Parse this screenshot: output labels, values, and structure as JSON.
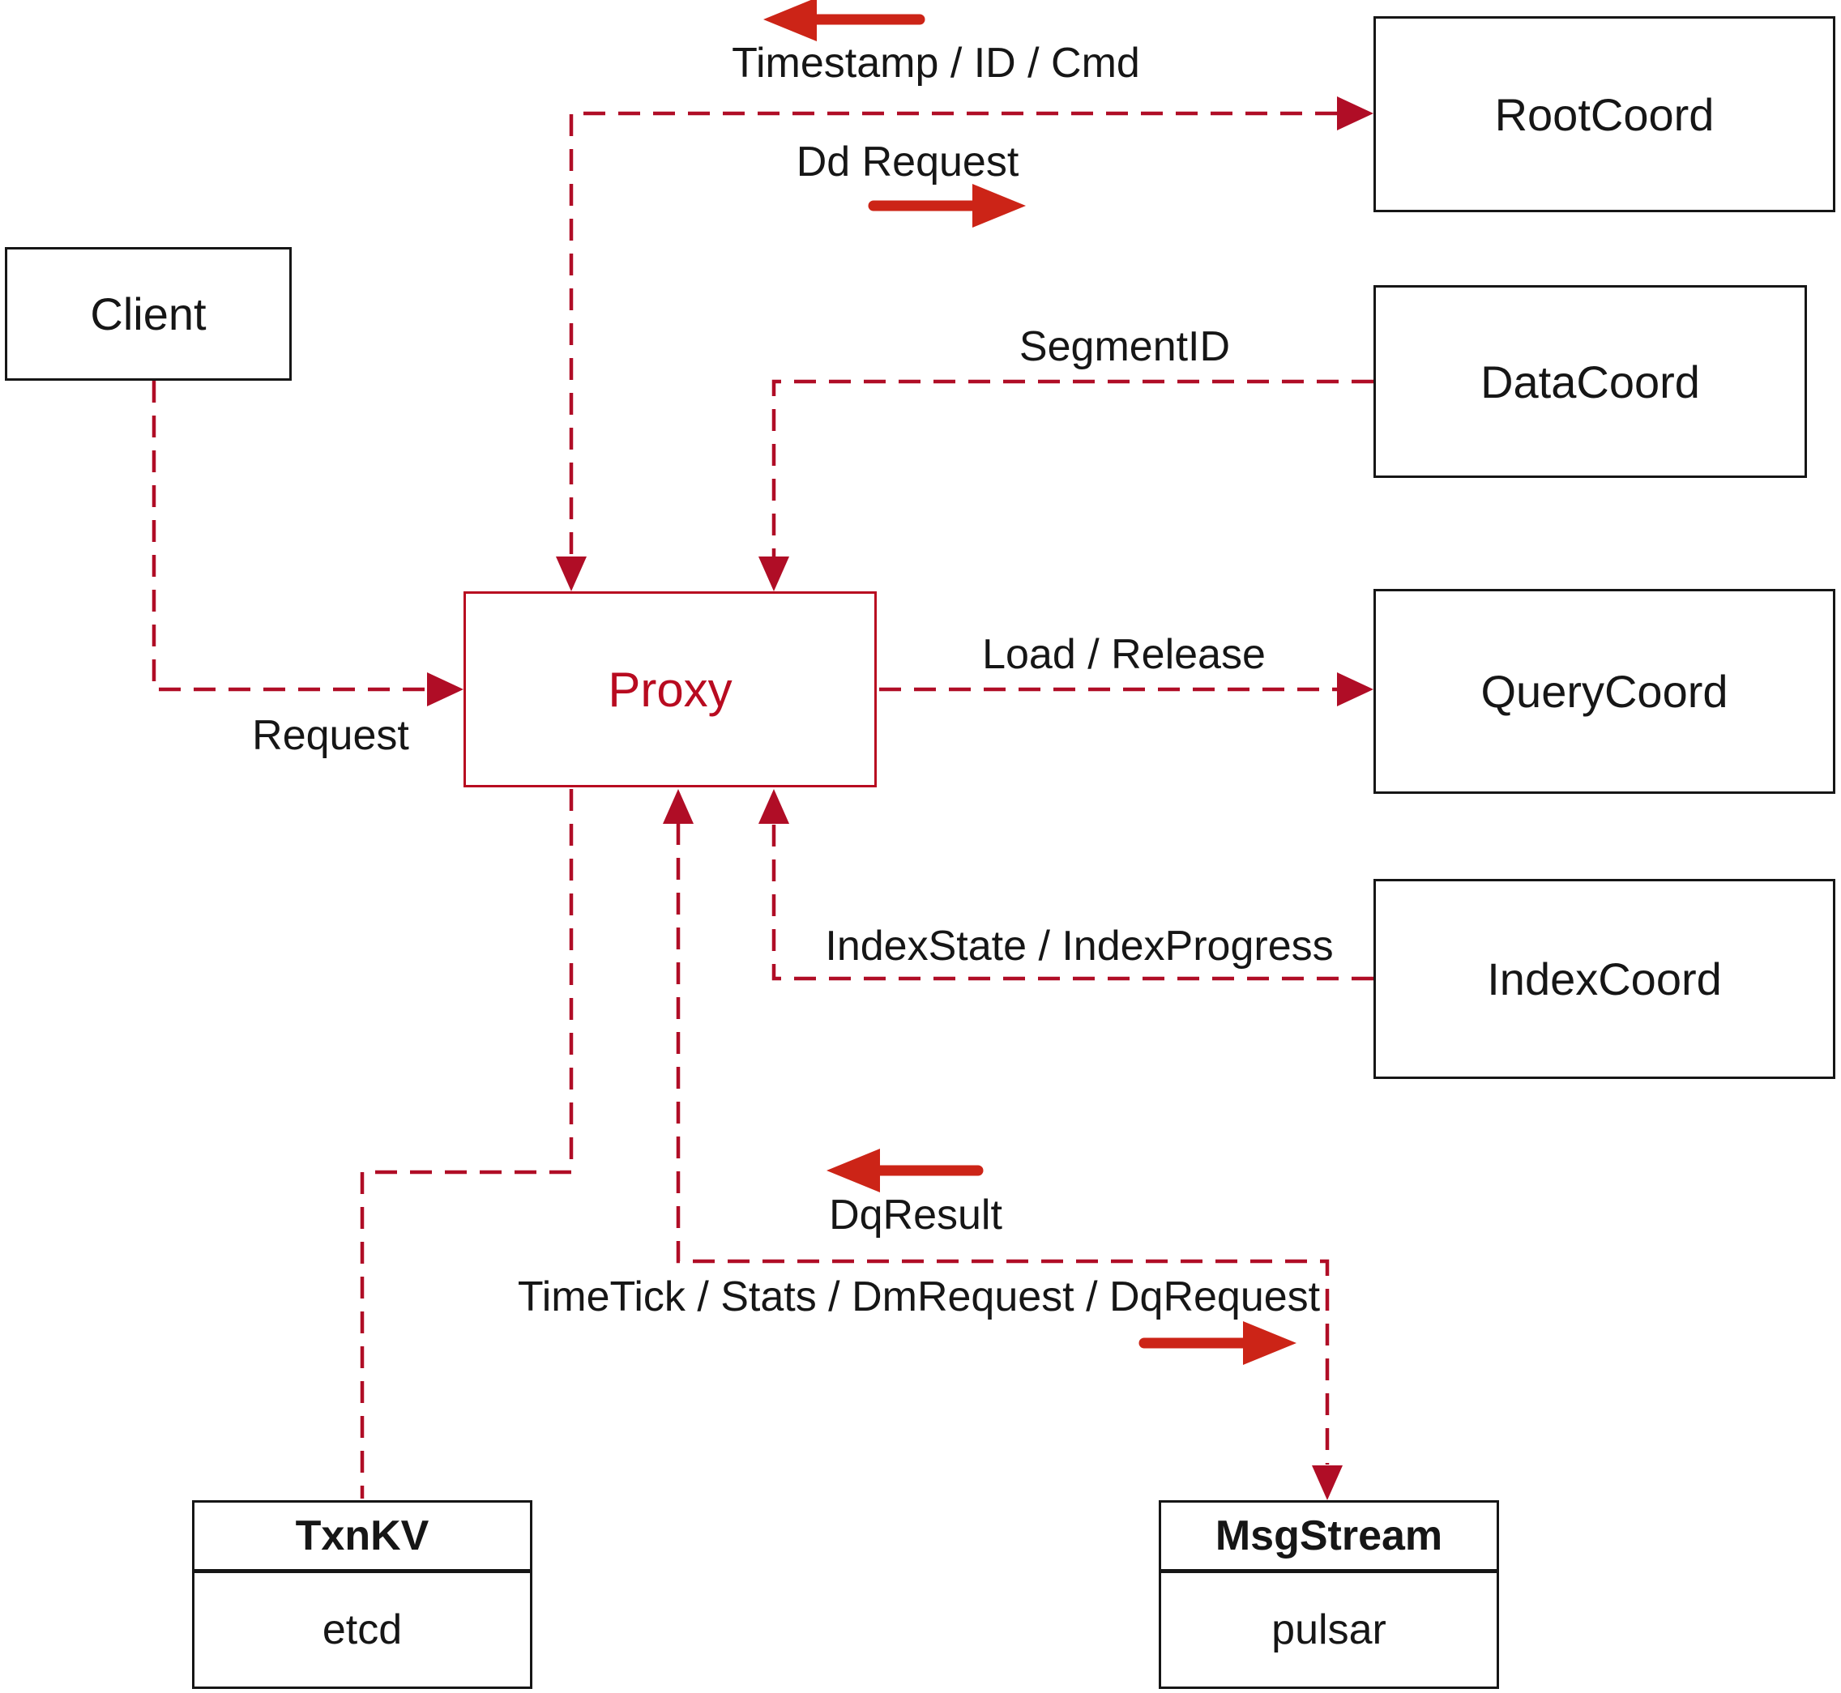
{
  "diagram_type": "architecture-flow-diagram",
  "colors": {
    "background": "#ffffff",
    "node_border": "#161616",
    "text": "#161616",
    "dashed_line": "#b00d26",
    "solid_arrow": "#cc2417",
    "proxy_accent": "#b80b20"
  },
  "nodes": {
    "client": {
      "label": "Client"
    },
    "rootcoord": {
      "label": "RootCoord"
    },
    "datacoord": {
      "label": "DataCoord"
    },
    "querycoord": {
      "label": "QueryCoord"
    },
    "indexcoord": {
      "label": "IndexCoord"
    },
    "proxy": {
      "label": "Proxy"
    },
    "txnkv": {
      "title": "TxnKV",
      "subtitle": "etcd"
    },
    "msgstream": {
      "title": "MsgStream",
      "subtitle": "pulsar"
    }
  },
  "edge_labels": {
    "timestamp_id_cmd": "Timestamp / ID / Cmd",
    "dd_request": "Dd Request",
    "segment_id": "SegmentID",
    "load_release": "Load / Release",
    "index_state_progress": "IndexState / IndexProgress",
    "request": "Request",
    "dq_result": "DqResult",
    "timetick_stats": "TimeTick / Stats / DmRequest / DqRequest"
  },
  "edges": [
    {
      "from": "proxy",
      "to": "rootcoord",
      "direction": "bidirectional",
      "to_proxy_label": "Timestamp / ID / Cmd",
      "from_proxy_label": "Dd Request",
      "style": "dashed"
    },
    {
      "from": "datacoord",
      "to": "proxy",
      "direction": "one-way",
      "label": "SegmentID",
      "style": "dashed"
    },
    {
      "from": "proxy",
      "to": "querycoord",
      "direction": "one-way",
      "label": "Load / Release",
      "style": "dashed"
    },
    {
      "from": "indexcoord",
      "to": "proxy",
      "direction": "one-way",
      "label": "IndexState / IndexProgress",
      "style": "dashed"
    },
    {
      "from": "client",
      "to": "proxy",
      "direction": "one-way",
      "label": "Request",
      "style": "dashed"
    },
    {
      "from": "proxy",
      "to": "txnkv",
      "direction": "plain",
      "label": "",
      "style": "dashed"
    },
    {
      "from": "proxy",
      "to": "msgstream",
      "direction": "bidirectional",
      "to_proxy_label": "DqResult",
      "from_proxy_label": "TimeTick / Stats / DmRequest / DqRequest",
      "style": "dashed"
    }
  ]
}
